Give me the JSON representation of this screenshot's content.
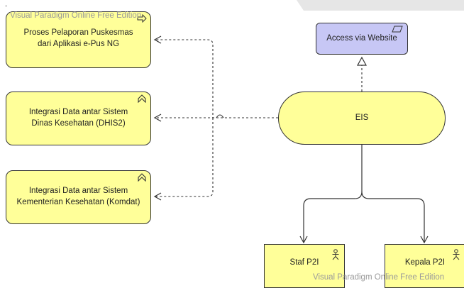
{
  "watermarks": {
    "top": "Visual Paradigm Online Free Edition",
    "bottom": "Visual Paradigm Online Free Edition"
  },
  "nodes": {
    "process1": "Proses Pelaporan Puskesmas\ndari Aplikasi e-Pus NG",
    "process2": "Integrasi Data antar Sistem\nDinas Kesehatan (DHIS2)",
    "process3": "Integrasi Data antar Sistem\nKementerian Kesehatan (Komdat)",
    "access": "Access via Website",
    "eis": "EIS",
    "actor1": "Staf P2I",
    "actor2": "Kepala P2I"
  },
  "colors": {
    "process_fill": "#ffff99",
    "access_fill": "#c7c7f5",
    "border": "#333333",
    "watermark": "#9a9a9a"
  },
  "icons": {
    "process": "business-process-chevron-icon",
    "access": "interface-parallelogram-icon",
    "actor": "stick-figure-actor-icon"
  }
}
